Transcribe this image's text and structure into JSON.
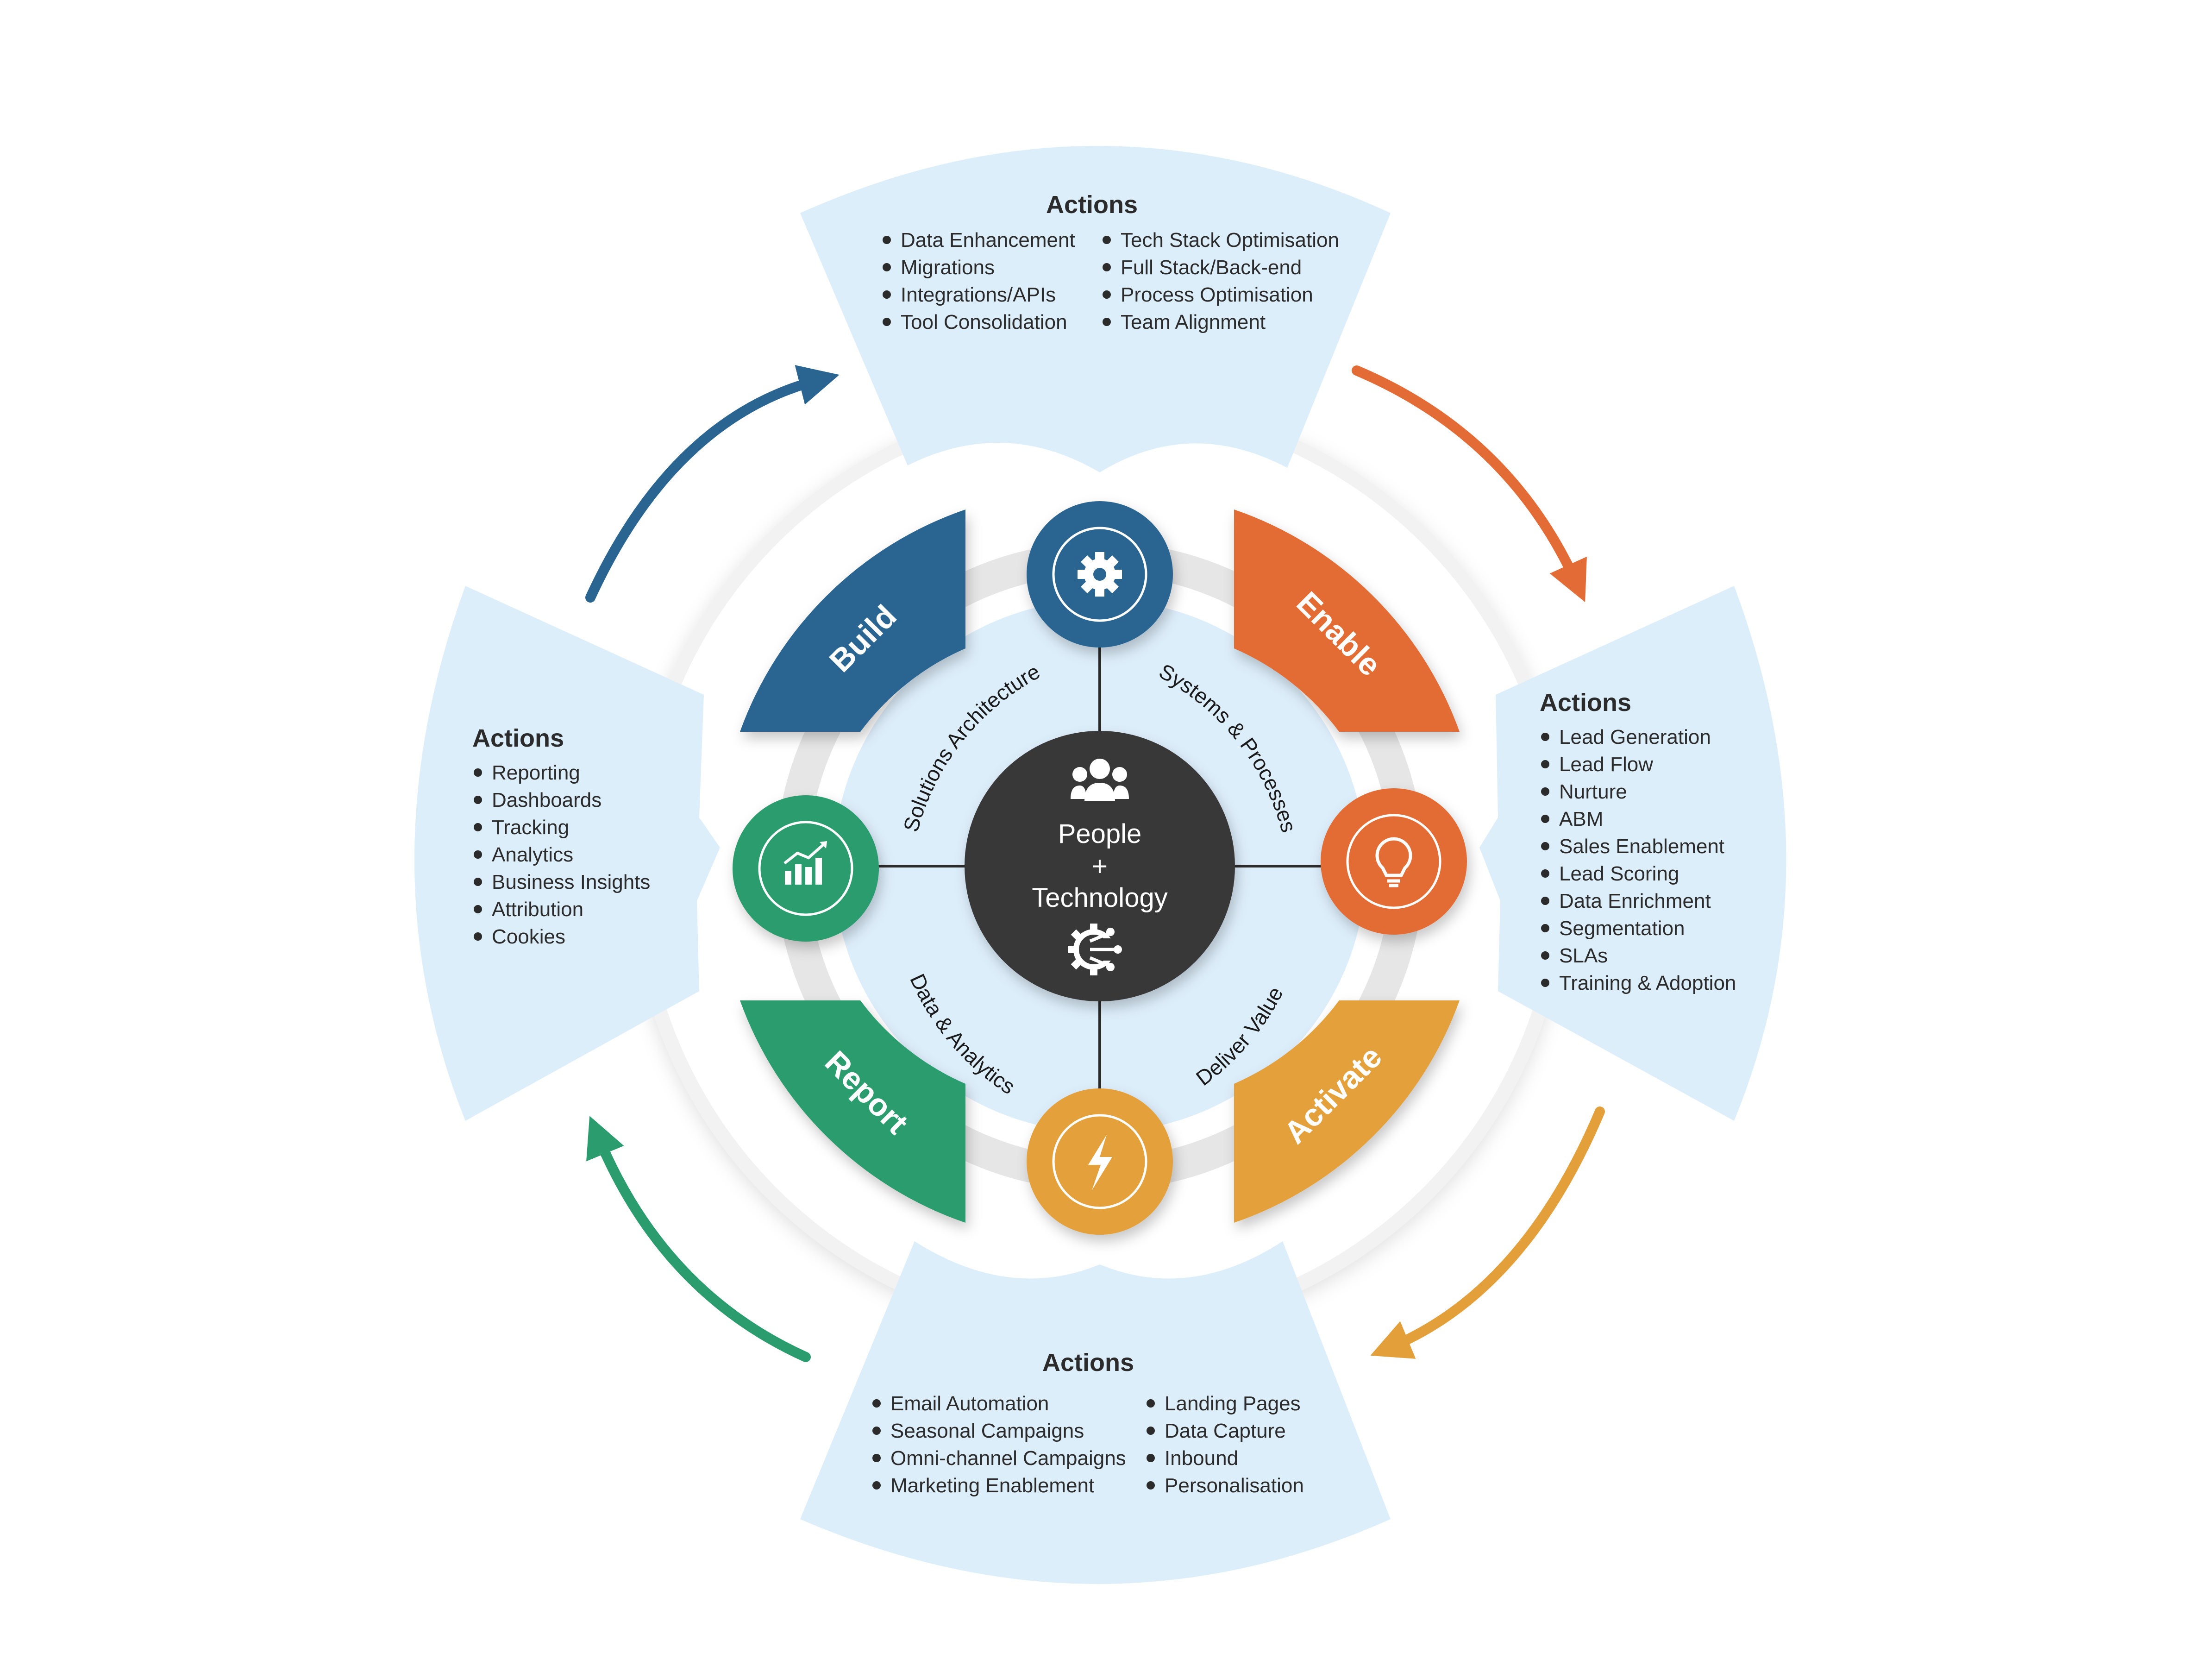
{
  "colors": {
    "build": "#2a6592",
    "enable": "#e36c36",
    "activate": "#e3a03a",
    "report": "#2a9c6e",
    "panel": "#ddeefb",
    "inner_disc": "#ddeefb",
    "ring_gray": "#e6e6e6",
    "center": "#373737"
  },
  "center": {
    "line1": "People",
    "line2": "+",
    "line3": "Technology",
    "top_icon": "people-icon",
    "bottom_icon": "gear-network-icon"
  },
  "phases": {
    "build": {
      "label": "Build",
      "color": "#2a6592"
    },
    "enable": {
      "label": "Enable",
      "color": "#e36c36"
    },
    "activate": {
      "label": "Activate",
      "color": "#e3a03a"
    },
    "report": {
      "label": "Report",
      "color": "#2a9c6e"
    }
  },
  "nodes": {
    "top": {
      "icon": "gear-icon",
      "color": "#2a6592"
    },
    "right": {
      "icon": "lightbulb-icon",
      "color": "#e36c36"
    },
    "bottom": {
      "icon": "lightning-icon",
      "color": "#e3a03a"
    },
    "left": {
      "icon": "bar-chart-icon",
      "color": "#2a9c6e"
    }
  },
  "arc_labels": {
    "top_left": "Solutions Architecture",
    "top_right": "Systems & Processes",
    "bottom_left": "Data & Analytics",
    "bottom_right": "Deliver Value"
  },
  "panels": {
    "top": {
      "title": "Actions",
      "col1": [
        "Data Enhancement",
        "Migrations",
        "Integrations/APIs",
        "Tool Consolidation"
      ],
      "col2": [
        "Tech Stack Optimisation",
        "Full Stack/Back-end",
        "Process Optimisation",
        "Team Alignment"
      ]
    },
    "right": {
      "title": "Actions",
      "items": [
        "Lead Generation",
        "Lead Flow",
        "Nurture",
        "ABM",
        "Sales Enablement",
        "Lead Scoring",
        "Data Enrichment",
        "Segmentation",
        "SLAs",
        "Training & Adoption"
      ]
    },
    "bottom": {
      "title": "Actions",
      "col1": [
        "Email Automation",
        "Seasonal Campaigns",
        "Omni-channel Campaigns",
        "Marketing Enablement"
      ],
      "col2": [
        "Landing Pages",
        "Data Capture",
        "Inbound",
        "Personalisation"
      ]
    },
    "left": {
      "title": "Actions",
      "items": [
        "Reporting",
        "Dashboards",
        "Tracking",
        "Analytics",
        "Business Insights",
        "Attribution",
        "Cookies"
      ]
    }
  }
}
